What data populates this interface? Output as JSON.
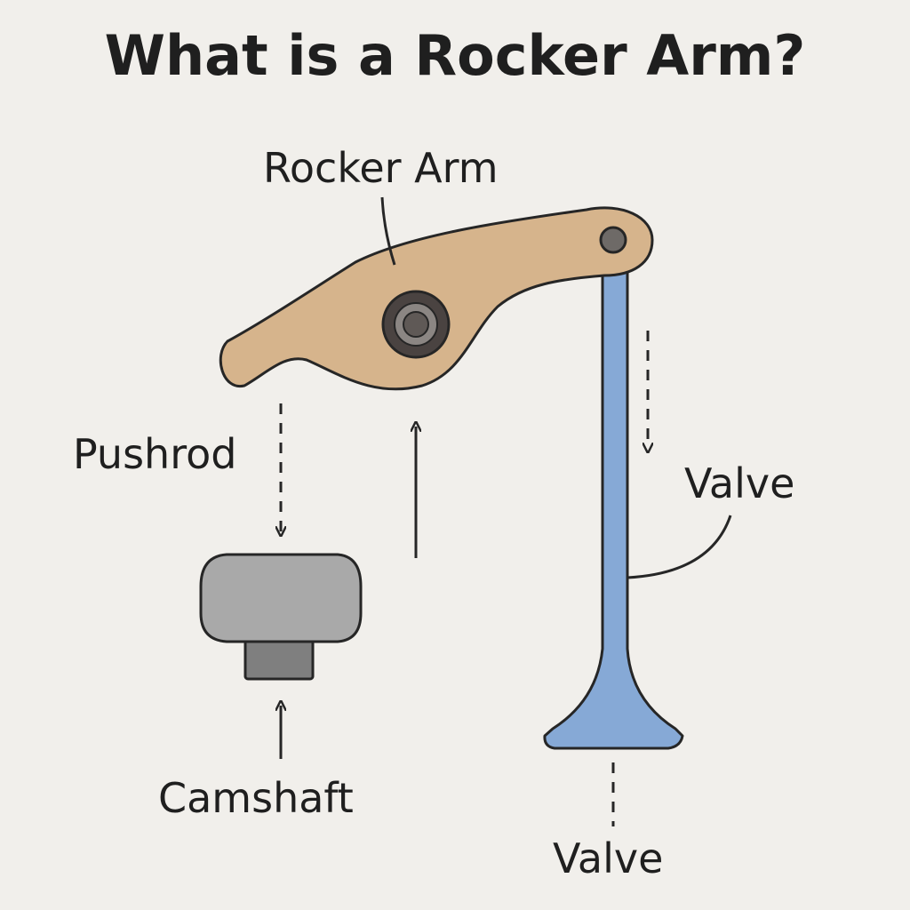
{
  "title": "What is a Rocker Arm?",
  "labels": {
    "rocker_arm": "Rocker Arm",
    "pushrod": "Pushrod",
    "camshaft": "Camshaft",
    "valve_side": "Valve",
    "valve_bottom": "Valve"
  },
  "colors": {
    "background": "#f1efeb",
    "rocker_arm": "#d6b48c",
    "pivot_dark": "#4a4341",
    "pivot_light": "#8b8683",
    "camshaft": "#a9a9a9",
    "camshaft_base": "#7f7f7f",
    "valve": "#86a9d6",
    "ink": "#262626"
  }
}
